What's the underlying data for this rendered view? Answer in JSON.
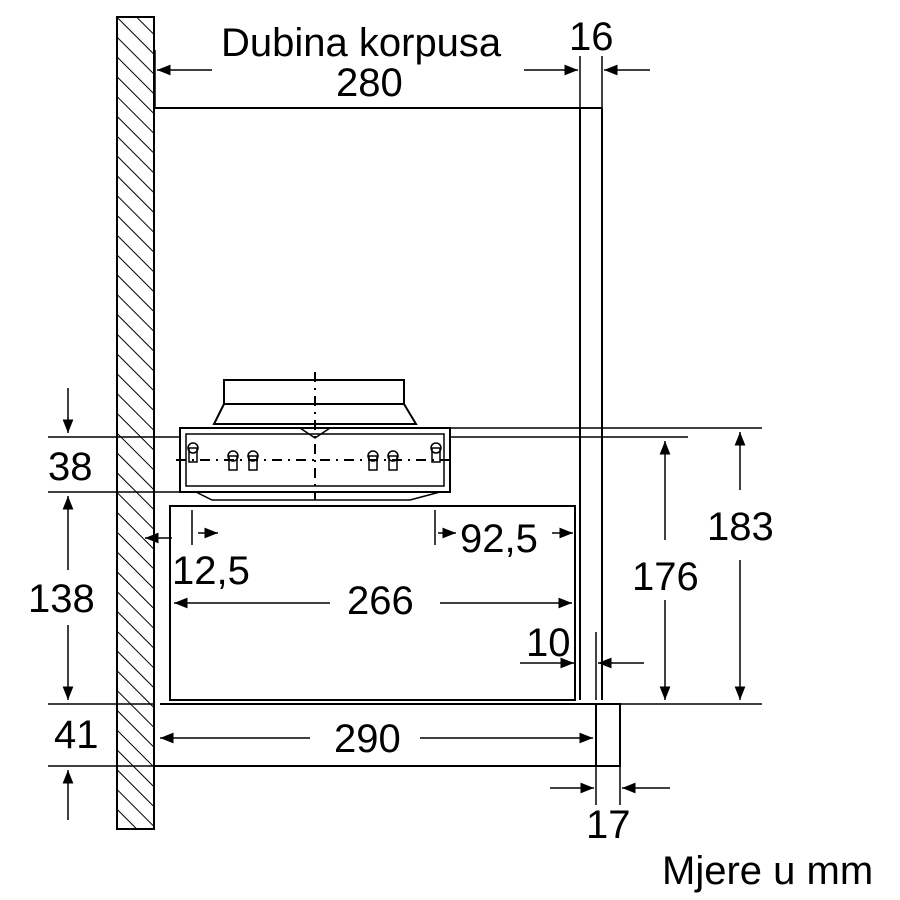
{
  "labels": {
    "cabinet_depth_title": "Dubina korpusa",
    "cabinet_depth": "280",
    "door_thickness": "16",
    "bracket_height": "38",
    "body_height": "138",
    "front_height": "41",
    "offset_left": "12,5",
    "offset_right": "92,5",
    "body_width": "266",
    "door_gap": "10",
    "total_depth": "290",
    "front_thickness": "17",
    "height_176": "176",
    "height_183": "183",
    "units_note": "Mjere u mm"
  },
  "colors": {
    "line": "#000000",
    "background": "#ffffff"
  }
}
